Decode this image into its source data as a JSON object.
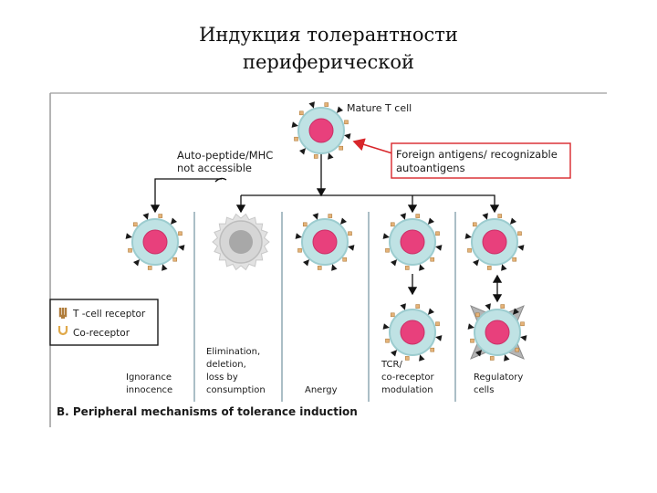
{
  "slide": {
    "title_line1": "Индукция толерантности",
    "title_line2": "периферической"
  },
  "figure": {
    "top_label": "Mature T cell",
    "auto_label_line1": "Auto-peptide/MHC",
    "auto_label_line2": "not accessible",
    "foreign_label_line1": "Foreign antigens/ recognizable",
    "foreign_label_line2": "autoantigens",
    "legend": {
      "tcr": "T -cell receptor",
      "coreceptor": "Co-receptor"
    },
    "mechanisms": [
      {
        "line1": "Ignorance",
        "line2": "innocence",
        "line3": "",
        "line4": ""
      },
      {
        "line1": "Elimination,",
        "line2": "deletion,",
        "line3": "loss by",
        "line4": "consumption"
      },
      {
        "line1": "Anergy",
        "line2": "",
        "line3": "",
        "line4": ""
      },
      {
        "line1": "TCR/",
        "line2": "co-receptor",
        "line3": "modulation",
        "line4": ""
      },
      {
        "line1": "Regulatory",
        "line2": "cells",
        "line3": "",
        "line4": ""
      }
    ],
    "caption": "B. Peripheral mechanisms of tolerance induction",
    "colors": {
      "cell_body": "#bfe2e4",
      "nucleus": "#e8407c",
      "dead_cell": "#d6d6d6",
      "dead_nucleus": "#a8a8a8",
      "arrow_red": "#d8262b",
      "divider": "#8fa9b4"
    }
  }
}
